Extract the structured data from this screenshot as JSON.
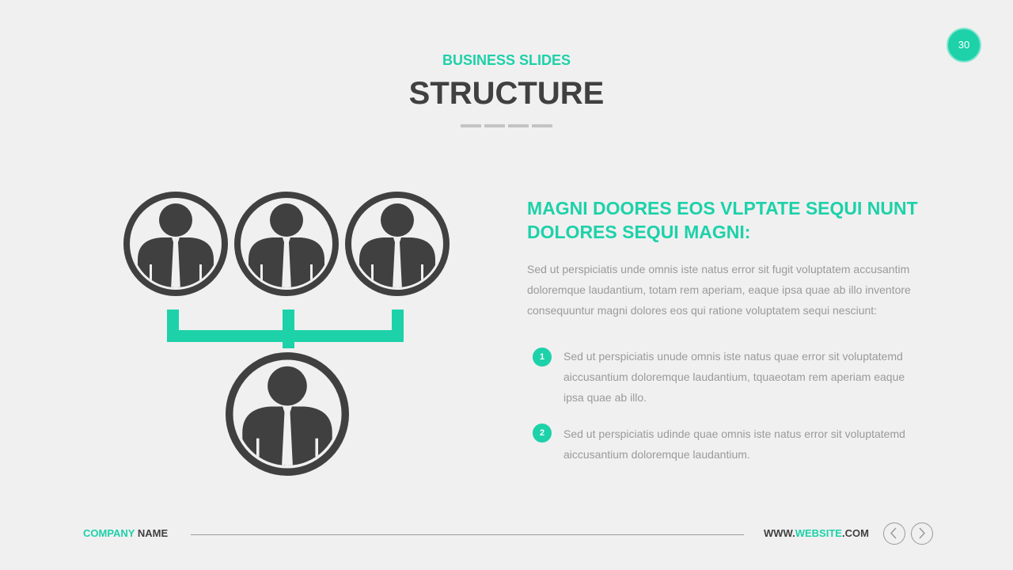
{
  "header": {
    "subtitle": "BUSINESS SLIDES",
    "title": "STRUCTURE",
    "page_number": "30"
  },
  "content": {
    "heading": "MAGNI DOORES EOS VLPTATE SEQUI NUNT DOLORES SEQUI MAGNI:",
    "paragraph": "Sed ut perspiciatis unde omnis iste natus error sit fugit voluptatem accusantim doloremque laudantium, totam rem aperiam, eaque ipsa quae ab illo inventore consequuntur magni dolores eos qui ratione voluptatem sequi nesciunt:",
    "items": [
      {
        "number": "1",
        "text": "Sed ut perspiciatis unude omnis iste natus quae error sit voluptatemd aiccusantium doloremque laudantium, tquaeotam rem aperiam eaque ipsa quae ab illo."
      },
      {
        "number": "2",
        "text": "Sed ut perspiciatis udinde quae omnis iste natus error sit voluptatemd aiccusantium doloremque laudantium."
      }
    ]
  },
  "footer": {
    "company_accent": "COMPANY",
    "company_rest": " NAME",
    "website_pre": "WWW.",
    "website_accent": "WEBSITE",
    "website_post": ".COM"
  },
  "colors": {
    "accent": "#1dd1a9",
    "dark": "#404040"
  }
}
